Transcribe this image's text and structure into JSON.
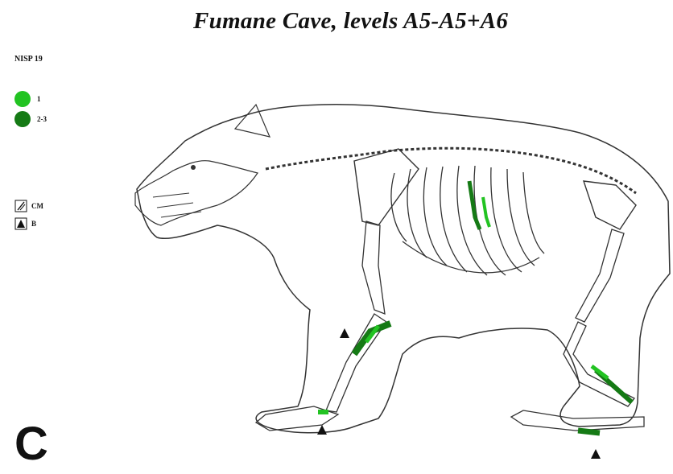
{
  "title": "Fumane Cave, levels A5-A5+A6",
  "legend": {
    "nisp": "NISP 19",
    "counts": [
      {
        "label": "1",
        "color": "#22c322"
      },
      {
        "label": "2-3",
        "color": "#157a15"
      }
    ],
    "marks": [
      {
        "label": "CM",
        "icon": "cut-mark-icon"
      },
      {
        "label": "B",
        "icon": "bite-mark-icon"
      }
    ]
  },
  "panel_letter": "C",
  "colors": {
    "outline": "#333333",
    "highlight_light": "#22c322",
    "highlight_dark": "#157a15"
  }
}
